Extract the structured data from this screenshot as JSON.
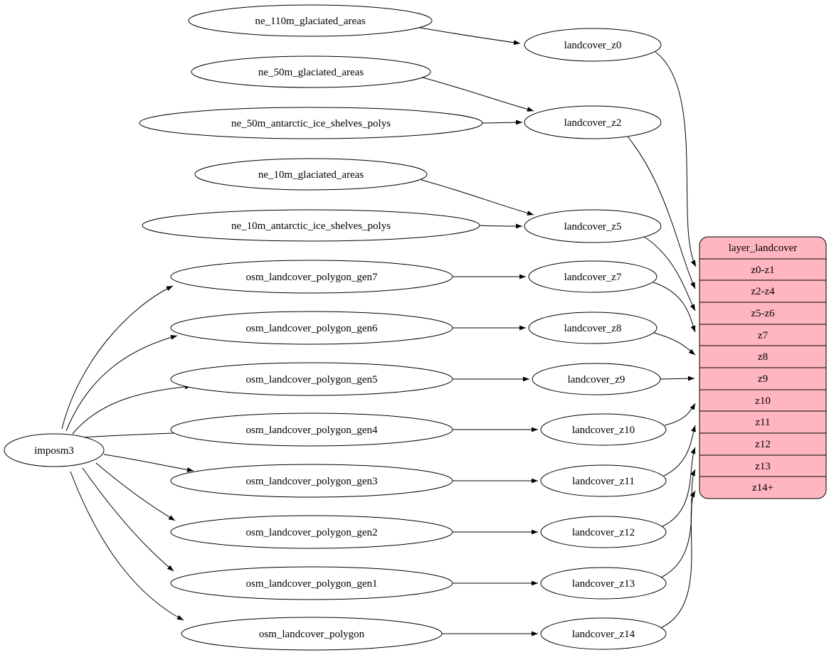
{
  "colors": {
    "record_fill": "#ffb6c1",
    "stroke": "#000000",
    "node_fill": "#ffffff",
    "background": "#ffffff"
  },
  "nodes": {
    "imposm3": "imposm3",
    "ne_110m_glaciated_areas": "ne_110m_glaciated_areas",
    "ne_50m_glaciated_areas": "ne_50m_glaciated_areas",
    "ne_50m_antarctic_ice_shelves_polys": "ne_50m_antarctic_ice_shelves_polys",
    "ne_10m_glaciated_areas": "ne_10m_glaciated_areas",
    "ne_10m_antarctic_ice_shelves_polys": "ne_10m_antarctic_ice_shelves_polys",
    "osm_landcover_polygon_gen7": "osm_landcover_polygon_gen7",
    "osm_landcover_polygon_gen6": "osm_landcover_polygon_gen6",
    "osm_landcover_polygon_gen5": "osm_landcover_polygon_gen5",
    "osm_landcover_polygon_gen4": "osm_landcover_polygon_gen4",
    "osm_landcover_polygon_gen3": "osm_landcover_polygon_gen3",
    "osm_landcover_polygon_gen2": "osm_landcover_polygon_gen2",
    "osm_landcover_polygon_gen1": "osm_landcover_polygon_gen1",
    "osm_landcover_polygon": "osm_landcover_polygon",
    "landcover_z0": "landcover_z0",
    "landcover_z2": "landcover_z2",
    "landcover_z5": "landcover_z5",
    "landcover_z7": "landcover_z7",
    "landcover_z8": "landcover_z8",
    "landcover_z9": "landcover_z9",
    "landcover_z10": "landcover_z10",
    "landcover_z11": "landcover_z11",
    "landcover_z12": "landcover_z12",
    "landcover_z13": "landcover_z13",
    "landcover_z14": "landcover_z14"
  },
  "record": {
    "title": "layer_landcover",
    "rows": [
      "z0-z1",
      "z2-z4",
      "z5-z6",
      "z7",
      "z8",
      "z9",
      "z10",
      "z11",
      "z12",
      "z13",
      "z14+"
    ]
  },
  "edges": [
    {
      "from": "ne_110m_glaciated_areas",
      "to": "landcover_z0"
    },
    {
      "from": "ne_50m_glaciated_areas",
      "to": "landcover_z2"
    },
    {
      "from": "ne_50m_antarctic_ice_shelves_polys",
      "to": "landcover_z2"
    },
    {
      "from": "ne_10m_glaciated_areas",
      "to": "landcover_z5"
    },
    {
      "from": "ne_10m_antarctic_ice_shelves_polys",
      "to": "landcover_z5"
    },
    {
      "from": "imposm3",
      "to": "osm_landcover_polygon_gen7"
    },
    {
      "from": "imposm3",
      "to": "osm_landcover_polygon_gen6"
    },
    {
      "from": "imposm3",
      "to": "osm_landcover_polygon_gen5"
    },
    {
      "from": "imposm3",
      "to": "osm_landcover_polygon_gen4"
    },
    {
      "from": "imposm3",
      "to": "osm_landcover_polygon_gen3"
    },
    {
      "from": "imposm3",
      "to": "osm_landcover_polygon_gen2"
    },
    {
      "from": "imposm3",
      "to": "osm_landcover_polygon_gen1"
    },
    {
      "from": "imposm3",
      "to": "osm_landcover_polygon"
    },
    {
      "from": "osm_landcover_polygon_gen7",
      "to": "landcover_z7"
    },
    {
      "from": "osm_landcover_polygon_gen6",
      "to": "landcover_z8"
    },
    {
      "from": "osm_landcover_polygon_gen5",
      "to": "landcover_z9"
    },
    {
      "from": "osm_landcover_polygon_gen4",
      "to": "landcover_z10"
    },
    {
      "from": "osm_landcover_polygon_gen3",
      "to": "landcover_z11"
    },
    {
      "from": "osm_landcover_polygon_gen2",
      "to": "landcover_z12"
    },
    {
      "from": "osm_landcover_polygon_gen1",
      "to": "landcover_z13"
    },
    {
      "from": "osm_landcover_polygon",
      "to": "landcover_z14"
    },
    {
      "from": "landcover_z0",
      "to": "layer_landcover:z0-z1"
    },
    {
      "from": "landcover_z2",
      "to": "layer_landcover:z2-z4"
    },
    {
      "from": "landcover_z5",
      "to": "layer_landcover:z5-z6"
    },
    {
      "from": "landcover_z7",
      "to": "layer_landcover:z7"
    },
    {
      "from": "landcover_z8",
      "to": "layer_landcover:z8"
    },
    {
      "from": "landcover_z9",
      "to": "layer_landcover:z9"
    },
    {
      "from": "landcover_z10",
      "to": "layer_landcover:z10"
    },
    {
      "from": "landcover_z11",
      "to": "layer_landcover:z11"
    },
    {
      "from": "landcover_z12",
      "to": "layer_landcover:z12"
    },
    {
      "from": "landcover_z13",
      "to": "layer_landcover:z13"
    },
    {
      "from": "landcover_z14",
      "to": "layer_landcover:z14+"
    }
  ]
}
